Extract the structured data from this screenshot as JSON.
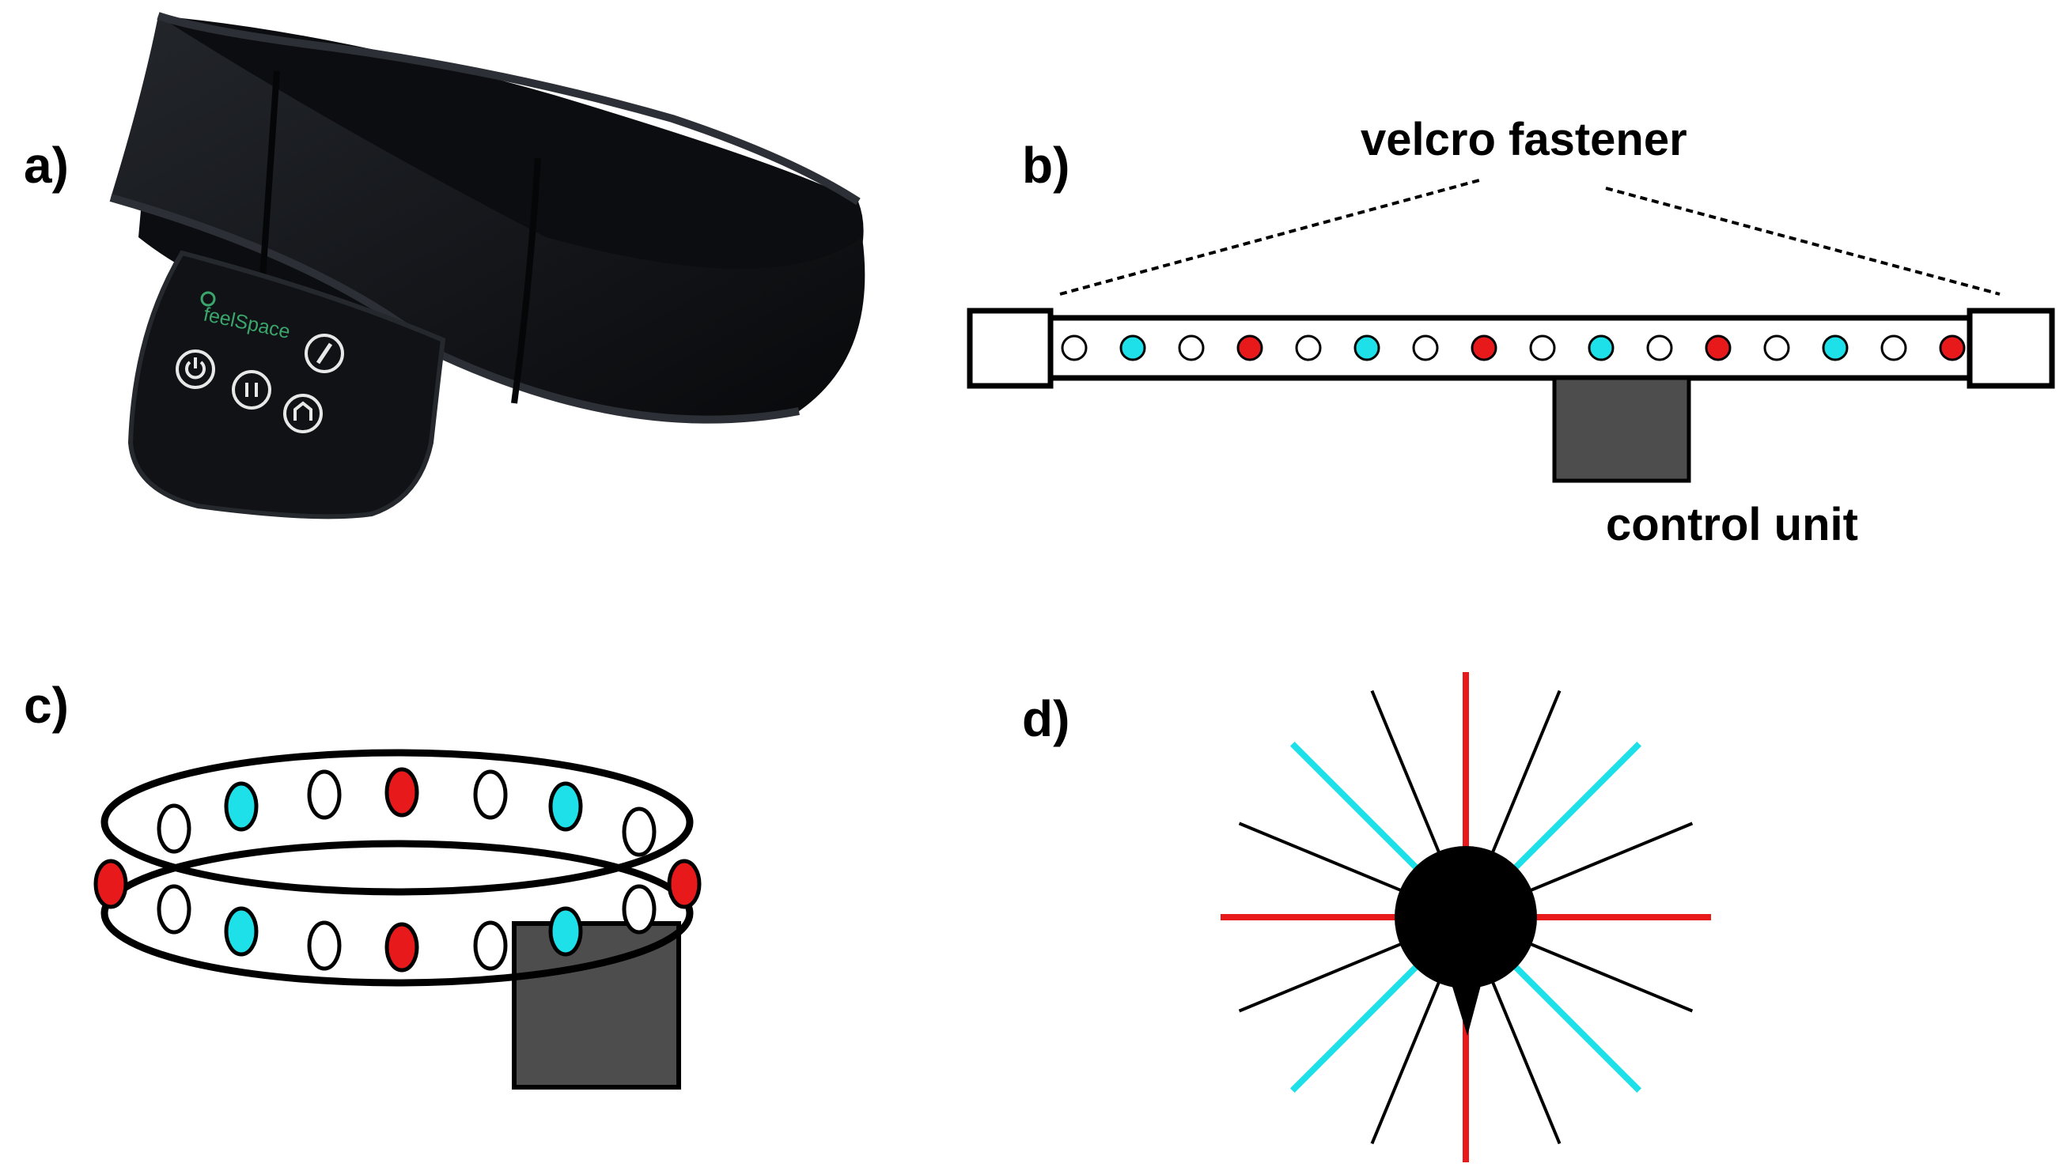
{
  "panels": {
    "a": {
      "label": "a)"
    },
    "b": {
      "label": "b)",
      "velcro_label": "velcro fastener",
      "control_label": "control unit"
    },
    "c": {
      "label": "c)"
    },
    "d": {
      "label": "d)"
    }
  },
  "photo": {
    "brand": "feelSpace"
  },
  "colors": {
    "red": "#e8191a",
    "cyan": "#1ee0e8",
    "control_unit": "#4d4d4d",
    "belt_fabric": "#14161a",
    "brand_text": "#3aa66b"
  },
  "motor_pattern": [
    "white",
    "cyan",
    "white",
    "red",
    "white",
    "cyan",
    "white",
    "red",
    "white",
    "cyan",
    "white",
    "red",
    "white",
    "cyan",
    "white",
    "red"
  ],
  "icons": [
    "power-icon",
    "pause-icon",
    "home-icon",
    "compass-icon"
  ]
}
